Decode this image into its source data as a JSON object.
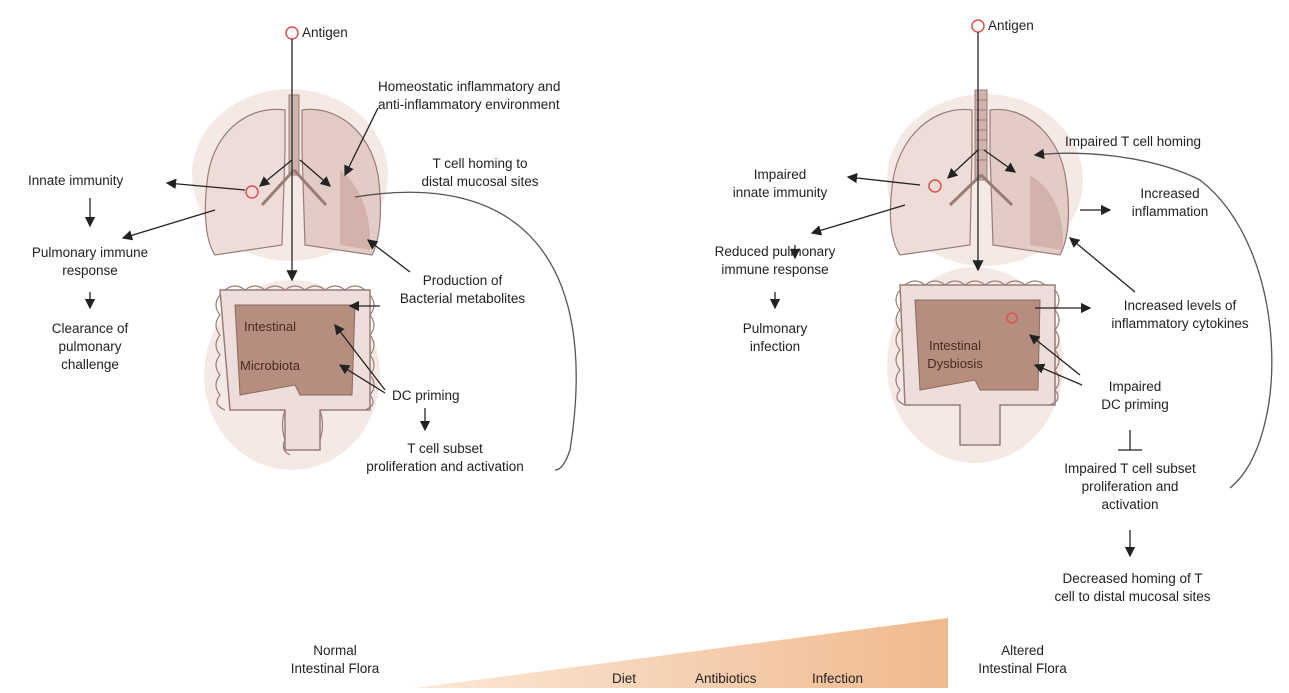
{
  "left_panel": {
    "antigen": "Antigen",
    "homeostatic": [
      "Homeostatic inflammatory and",
      "anti-inflammatory environment"
    ],
    "t_cell_homing": [
      "T cell homing to",
      "distal mucosal sites"
    ],
    "innate_immunity": "Innate immunity",
    "pulmonary_response": [
      "Pulmonary immune",
      "response"
    ],
    "clearance": [
      "Clearance of",
      "pulmonary",
      "challenge"
    ],
    "production": [
      "Production of",
      "Bacterial metabolites"
    ],
    "intestinal": [
      "Intestinal",
      "Microbiota"
    ],
    "dc_priming": "DC priming",
    "t_cell_subset": [
      "T cell subset",
      "proliferation and activation"
    ]
  },
  "right_panel": {
    "antigen": "Antigen",
    "impaired_homing": "Impaired T cell homing",
    "impaired_innate": [
      "Impaired",
      "innate immunity"
    ],
    "increased_inflammation": [
      "Increased",
      "inflammation"
    ],
    "reduced_response": [
      "Reduced pulmonary",
      "immune response"
    ],
    "pulmonary_infection": [
      "Pulmonary",
      "infection"
    ],
    "increased_cytokines": [
      "Increased levels of",
      "inflammatory cytokines"
    ],
    "intestinal": [
      "Intestinal",
      "Dysbiosis"
    ],
    "impaired_dc": [
      "Impaired",
      "DC priming"
    ],
    "impaired_t_subset": [
      "Impaired T cell subset",
      "proliferation and",
      "activation"
    ],
    "decreased_homing": [
      "Decreased homing of T",
      "cell to distal mucosal sites"
    ]
  },
  "bottom": {
    "normal_flora": [
      "Normal",
      "Intestinal Flora"
    ],
    "altered_flora": [
      "Altered",
      "Intestinal Flora"
    ],
    "factors": [
      "Diet",
      "Antibiotics",
      "Infection"
    ]
  },
  "colors": {
    "lung_fill": "#eedcd8",
    "lung_dark": "#d9bdb6",
    "gut_fill": "#b58e80",
    "halo": "#f4e7e2",
    "wedge": "#f3c39c",
    "antigen": "#d9534f"
  }
}
